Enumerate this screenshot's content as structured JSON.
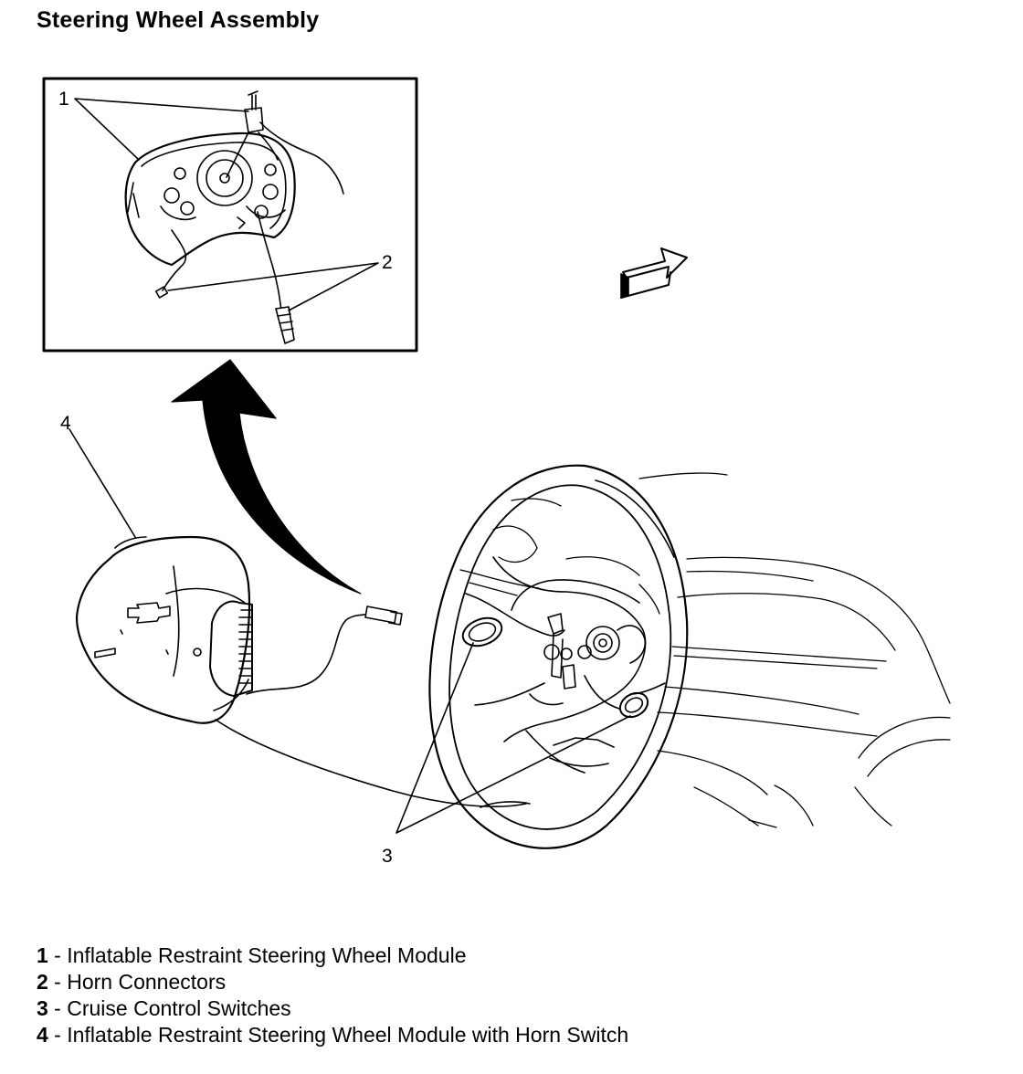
{
  "title": "Steering Wheel Assembly",
  "callouts": {
    "c1": "1",
    "c2": "2",
    "c3": "3",
    "c4": "4"
  },
  "legend": [
    {
      "num": "1",
      "sep": " - ",
      "text": "Inflatable Restraint Steering Wheel Module"
    },
    {
      "num": "2",
      "sep": " - ",
      "text": "Horn Connectors"
    },
    {
      "num": "3",
      "sep": " - ",
      "text": "Cruise Control Switches"
    },
    {
      "num": "4",
      "sep": " - ",
      "text": "Inflatable Restraint Steering Wheel Module with Horn Switch"
    }
  ],
  "colors": {
    "line": "#000000",
    "background": "#ffffff"
  }
}
